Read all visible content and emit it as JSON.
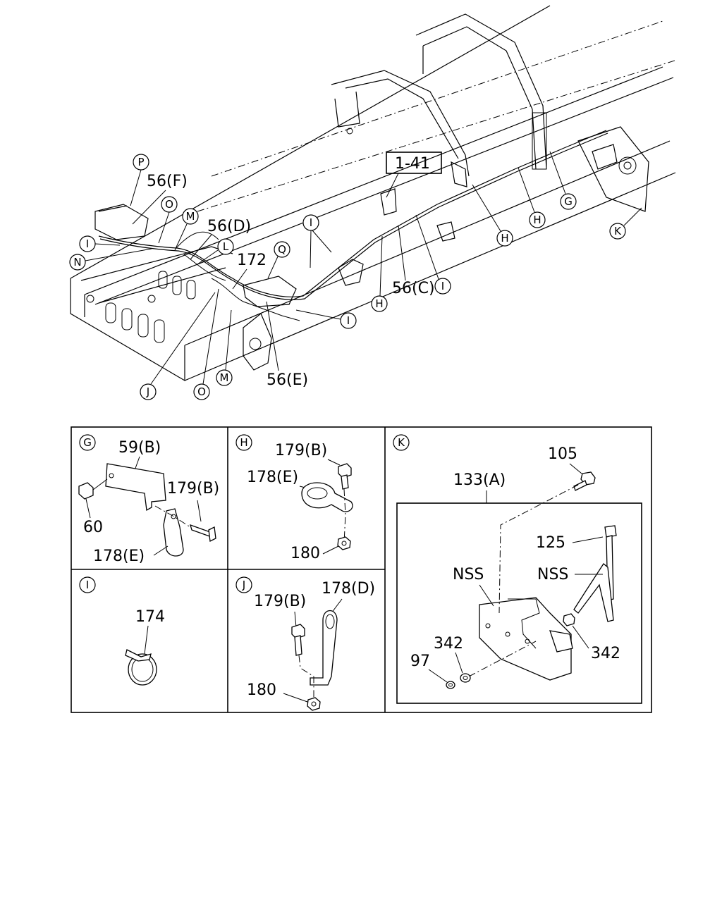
{
  "main_labels": {
    "ref_box": "1-41",
    "p56F": "56(F)",
    "p56D": "56(D)",
    "p56C": "56(C)",
    "p56E": "56(E)",
    "p172": "172"
  },
  "letters": {
    "P": "P",
    "O": "O",
    "M": "M",
    "L": "L",
    "Q": "Q",
    "I": "I",
    "N": "N",
    "J": "J",
    "H": "H",
    "G": "G",
    "K": "K"
  },
  "panel_G": {
    "title": "G",
    "p59B": "59(B)",
    "p60": "60",
    "p179B": "179(B)",
    "p178E": "178(E)"
  },
  "panel_H": {
    "title": "H",
    "p179B": "179(B)",
    "p178E": "178(E)",
    "p180": "180"
  },
  "panel_K": {
    "title": "K",
    "p105": "105",
    "p133A": "133(A)",
    "p125": "125",
    "nss1": "NSS",
    "nss2": "NSS",
    "p342a": "342",
    "p342b": "342",
    "p97": "97"
  },
  "panel_I": {
    "title": "I",
    "p174": "174"
  },
  "panel_J": {
    "title": "J",
    "p179B": "179(B)",
    "p178D": "178(D)",
    "p180": "180"
  }
}
